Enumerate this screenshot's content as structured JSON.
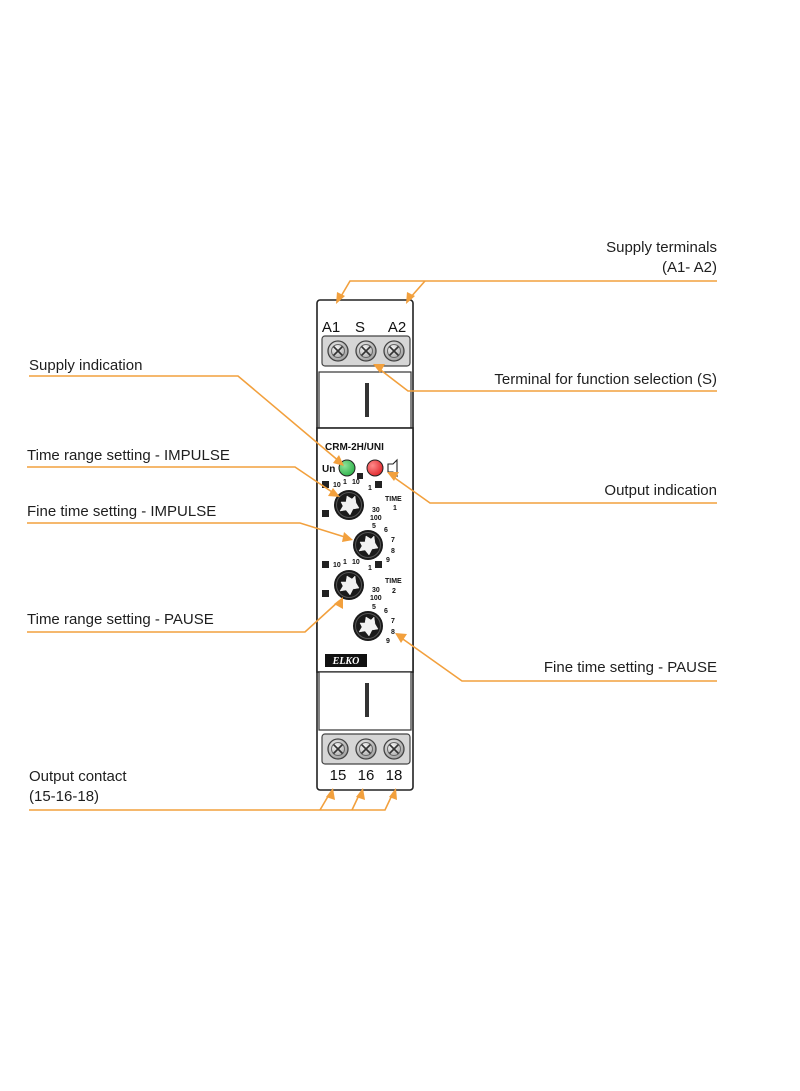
{
  "labels": {
    "supply_terminals": "Supply terminals",
    "supply_terminals_sub": "(A1- A2)",
    "supply_indication": "Supply indication",
    "function_selection": "Terminal for function selection (S)",
    "time_range_impulse": "Time range setting - IMPULSE",
    "fine_time_impulse": "Fine time setting - IMPULSE",
    "output_indication": "Output indication",
    "time_range_pause": "Time range setting - PAUSE",
    "fine_time_pause": "Fine time setting - PAUSE",
    "output_contact": "Output contact",
    "output_contact_sub": "(15-16-18)"
  },
  "device": {
    "top_terminals": [
      "A1",
      "S",
      "A2"
    ],
    "bottom_terminals": [
      "15",
      "16",
      "18"
    ],
    "model": "CRM-2H/UNI",
    "un_label": "Un",
    "time1_label": "TIME",
    "time1_num": "1",
    "time2_label": "TIME",
    "time2_num": "2",
    "brand": "ELKO",
    "range_ticks": [
      "10",
      "1",
      "10",
      "1",
      "30",
      "100"
    ],
    "fine_ticks": [
      "5",
      "6",
      "7",
      "8",
      "9",
      "10"
    ]
  },
  "colors": {
    "leader": "#f2a03d",
    "led_green": "#2db34a",
    "led_red": "#e0262b",
    "knob": "#1a1a1a"
  },
  "icons": {
    "output_relay": "relay-arrow-icon",
    "screw": "screw-terminal-icon"
  }
}
